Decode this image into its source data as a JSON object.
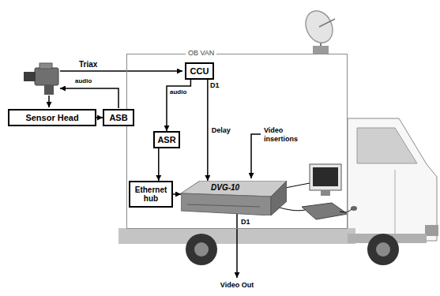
{
  "diagram": {
    "nodes": [
      {
        "text": [
          "OB VAN"
        ]
      },
      {
        "text": [
          "CCU"
        ],
        "in": 0
      },
      {
        "text": [
          "Sensor Head"
        ]
      },
      {
        "text": [
          "ASB"
        ]
      },
      {
        "text": [
          "ASR"
        ],
        "in": 0
      },
      {
        "text": [
          "Ethernet hub"
        ],
        "in": 0
      },
      {
        "text": [
          "DVG-10"
        ],
        "in": 0
      }
    ],
    "edges": [
      {
        "from": 2,
        "to": 3,
        "arrow": "to"
      },
      {
        "from": 1,
        "to": 4,
        "label": "audio",
        "arrow": "to"
      },
      {
        "from": 1,
        "to": 6,
        "label": "Delay",
        "arrow": "to"
      },
      {
        "from": 4,
        "to": 5,
        "arrow": "to"
      },
      {
        "from": 5,
        "to": 6,
        "arrow": "to"
      }
    ],
    "labels": [
      "Triax",
      "audio",
      "D1",
      "Video insertions",
      "D1",
      "Video Out"
    ]
  }
}
